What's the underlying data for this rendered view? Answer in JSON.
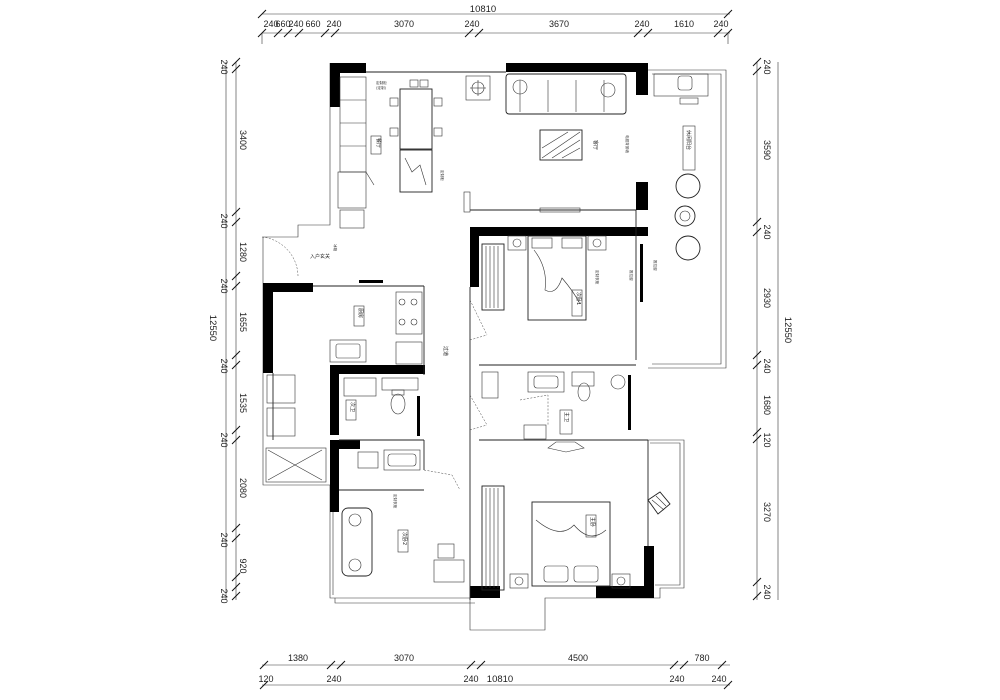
{
  "dimensions": {
    "top_total": "10810",
    "top": [
      "240",
      "660",
      "240",
      "660",
      "240",
      "3070",
      "240",
      "3670",
      "240",
      "1610",
      "240"
    ],
    "bottom_total": "10810",
    "bottom_row1": [
      "1380",
      "3070",
      "4500",
      "780"
    ],
    "bottom_row2": [
      "120",
      "240",
      "240",
      "240",
      "240"
    ],
    "left_total": "12550",
    "left": [
      "240",
      "3400",
      "240",
      "1280",
      "240",
      "1655",
      "240",
      "1535",
      "240",
      "2080",
      "240",
      "920",
      "240"
    ],
    "right_total": "12550",
    "right": [
      "240",
      "3590",
      "240",
      "2930",
      "240",
      "1680",
      "120",
      "3270",
      "240"
    ]
  },
  "rooms": {
    "dining": "餐厅",
    "living": "客厅",
    "bedroom1": "次卧1",
    "bedroom2": "次卧2",
    "kitchen": "厨房",
    "bath1": "次卫",
    "bath2": "主卫",
    "master": "主卧",
    "balcony": "休闲阳台",
    "aisle": "过道",
    "entrance": "入户玄关",
    "fridge": "冰箱"
  },
  "notes": {
    "cabinet": "定制柜",
    "cabinet_sub": "(定制)",
    "wardrobe": "定制衣柜",
    "window": "推拉窗",
    "tv": "电视背景墙"
  }
}
